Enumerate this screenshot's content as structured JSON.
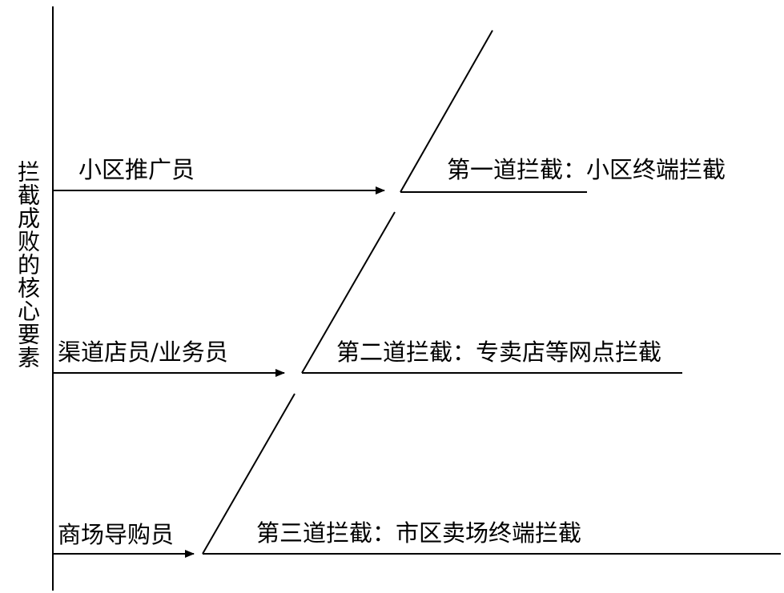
{
  "axis_label": "拦截成败的核心要素",
  "sources": [
    {
      "label": "小区推广员"
    },
    {
      "label": "渠道店员/业务员"
    },
    {
      "label": "商场导购员"
    }
  ],
  "barriers": [
    {
      "label": "第一道拦截：小区终端拦截"
    },
    {
      "label": "第二道拦截：专卖店等网点拦截"
    },
    {
      "label": "第三道拦截：市区卖场终端拦截"
    }
  ]
}
